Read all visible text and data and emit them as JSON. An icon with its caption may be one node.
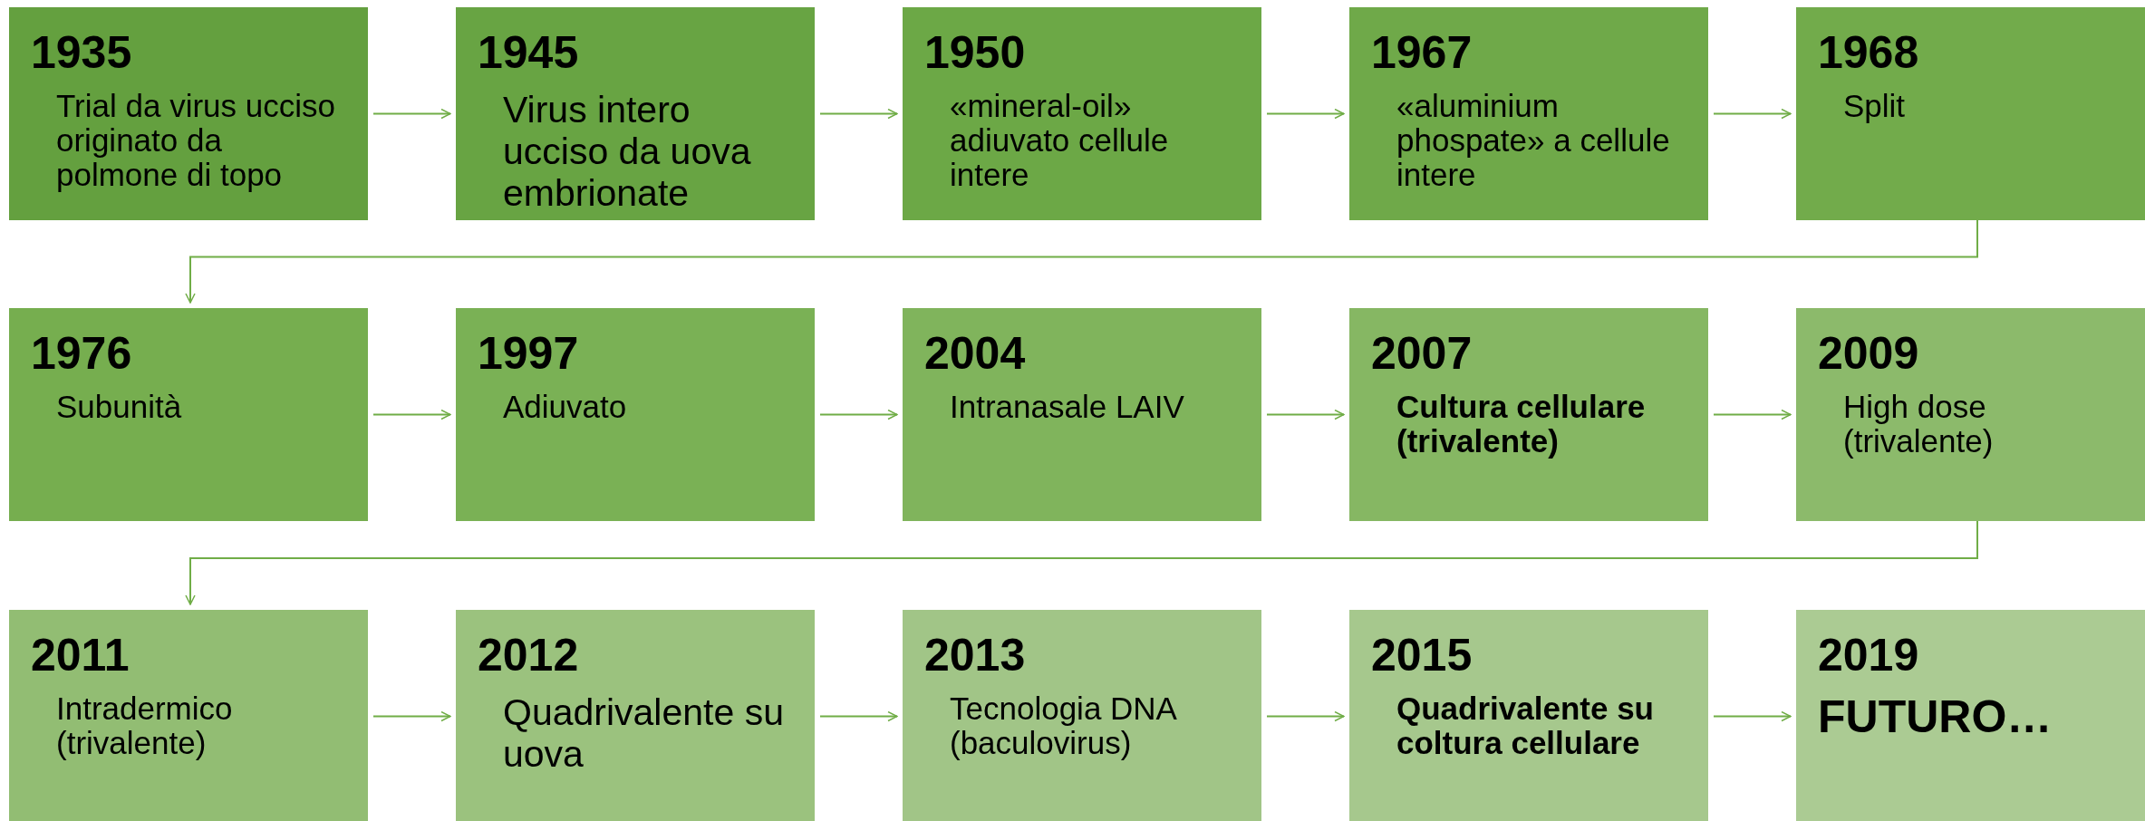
{
  "diagram": {
    "nodes": [
      {
        "text": [
          "1935",
          "Trial da virus ucciso originato da polmone di topo"
        ]
      },
      {
        "text": [
          "1945",
          "Virus intero ucciso da uova embrionate"
        ]
      },
      {
        "text": [
          "1950",
          "«mineral-oil» adiuvato cellule intere"
        ]
      },
      {
        "text": [
          "1967",
          "«aluminium phospate» a cellule intere"
        ]
      },
      {
        "text": [
          "1968",
          "Split"
        ]
      },
      {
        "text": [
          "1976",
          "Subunità"
        ]
      },
      {
        "text": [
          "1997",
          "Adiuvato"
        ]
      },
      {
        "text": [
          "2004",
          "Intranasale LAIV"
        ]
      },
      {
        "text": [
          "2007",
          "Cultura cellulare (trivalente)"
        ]
      },
      {
        "text": [
          "2009",
          "High dose (trivalente)"
        ]
      },
      {
        "text": [
          "2011",
          "Intradermico (trivalente)"
        ]
      },
      {
        "text": [
          "2012",
          "Quadrivalente su uova"
        ]
      },
      {
        "text": [
          "2013",
          "Tecnologia DNA (baculovirus)"
        ]
      },
      {
        "text": [
          "2015",
          "Quadrivalente su coltura cellulare"
        ]
      },
      {
        "text": [
          "2019",
          "FUTURO…"
        ]
      }
    ],
    "edges": [
      {
        "from": 0,
        "to": 1,
        "arrow": "to"
      },
      {
        "from": 1,
        "to": 2,
        "arrow": "to"
      },
      {
        "from": 2,
        "to": 3,
        "arrow": "to"
      },
      {
        "from": 3,
        "to": 4,
        "arrow": "to"
      },
      {
        "from": 4,
        "to": 5,
        "arrow": "to"
      },
      {
        "from": 5,
        "to": 6,
        "arrow": "to"
      },
      {
        "from": 6,
        "to": 7,
        "arrow": "to"
      },
      {
        "from": 7,
        "to": 8,
        "arrow": "to"
      },
      {
        "from": 8,
        "to": 9,
        "arrow": "to"
      },
      {
        "from": 9,
        "to": 10,
        "arrow": "to"
      },
      {
        "from": 10,
        "to": 11,
        "arrow": "to"
      },
      {
        "from": 11,
        "to": 12,
        "arrow": "to"
      },
      {
        "from": 12,
        "to": 13,
        "arrow": "to"
      },
      {
        "from": 13,
        "to": 14,
        "arrow": "to"
      }
    ]
  }
}
